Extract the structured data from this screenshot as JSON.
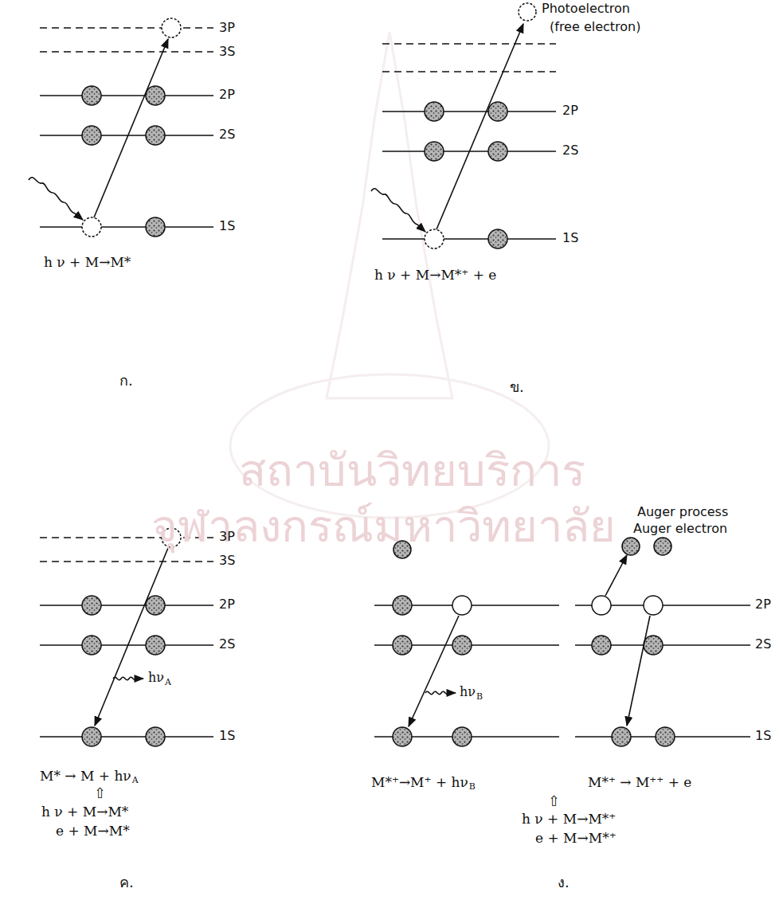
{
  "diagram": {
    "labels": [
      "3P",
      "3S",
      "2P",
      "2S",
      "1S",
      "h ν + M→M*",
      "ก.",
      "Photoelectron",
      "(free electron)",
      "2P",
      "2S",
      "1S",
      "h ν + M→M*⁺ + e",
      "ข.",
      "3P",
      "3S",
      "2P",
      "2S",
      "1S",
      "hν",
      "A",
      "M* → M + hν",
      "A",
      "⇧",
      "h ν + M→M*",
      "e + M→M*",
      "ค.",
      "Auger process",
      "Auger electron",
      "2P",
      "2S",
      "1S",
      "hν",
      "B",
      "M*⁺→M⁺ + hν",
      "B",
      "M*⁺ → M⁺⁺ + e",
      "⇧",
      "h ν + M→M*⁺",
      "e + M→M*⁺",
      "ง.",
      "สถาบันวิทยบริการ",
      "จุฬาลงกรณ์มหาวิทยาลัย"
    ]
  }
}
